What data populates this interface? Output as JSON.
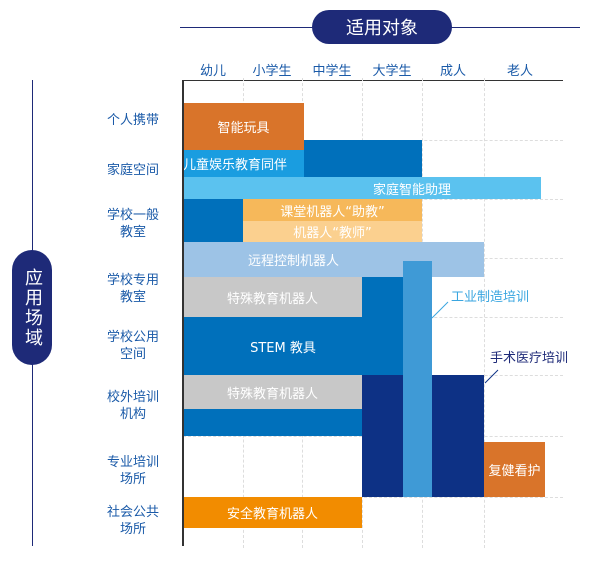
{
  "title": "适用对象",
  "side_title": "应用场域",
  "columns": [
    "幼儿",
    "小学生",
    "中学生",
    "大学生",
    "成人",
    "老人"
  ],
  "rows": [
    [
      "个人携带"
    ],
    [
      "家庭空间"
    ],
    [
      "学校一般",
      "教室"
    ],
    [
      "学校专用",
      "教室"
    ],
    [
      "学校公用",
      "空间"
    ],
    [
      "校外培训",
      "机构"
    ],
    [
      "专业培训",
      "场所"
    ],
    [
      "社会公共",
      "场所"
    ]
  ],
  "bars": {
    "toy": "智能玩具",
    "companion": "儿童娱乐教育同伴",
    "home_assistant": "家庭智能助理",
    "assistant_teacher": "课堂机器人“助教”",
    "robot_teacher": "机器人“教师”",
    "remote": "远程控制机器人",
    "special_ed_1": "特殊教育机器人",
    "stem": "STEM 教具",
    "special_ed_2": "特殊教育机器人",
    "rehab": "复健看护",
    "safety": "安全教育机器人"
  },
  "notes": {
    "industrial": "工业制造培训",
    "surgical": "手术医疗培训"
  },
  "colors": {
    "navy": "#1e2a78",
    "orange": "#d9742a",
    "blue": "#0070bb",
    "dark_navy": "#0d3185"
  }
}
